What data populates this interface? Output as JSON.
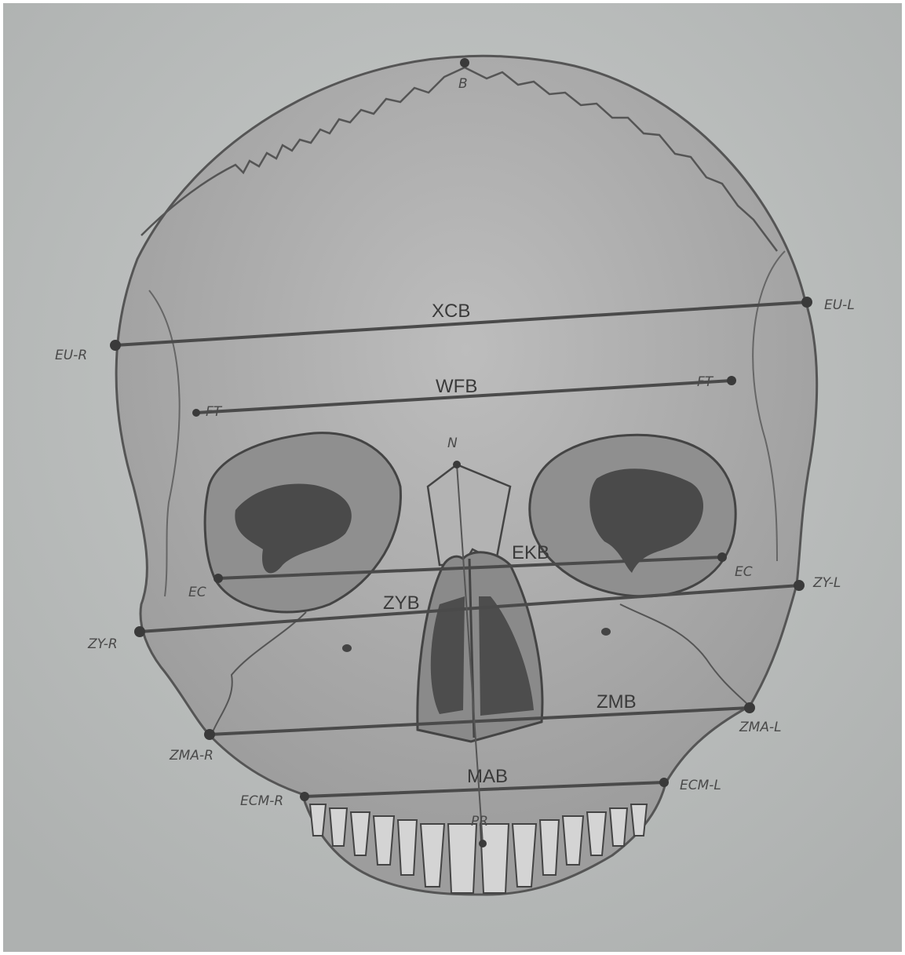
{
  "diagram": {
    "measurements": {
      "xcb": "XCB",
      "wfb": "WFB",
      "ekb": "EKB",
      "zyb": "ZYB",
      "zmb": "ZMB",
      "mab": "MAB"
    },
    "landmarks": {
      "b": "B",
      "n": "N",
      "eu_r": "EU-R",
      "eu_l": "EU-L",
      "ft_r": "FT",
      "ft_l": "FT",
      "ec_r": "EC",
      "ec_l": "EC",
      "zy_r": "ZY-R",
      "zy_l": "ZY-L",
      "zma_r": "ZMA-R",
      "zma_l": "ZMA-L",
      "ecm_r": "ECM-R",
      "ecm_l": "ECM-L",
      "pr": "PR"
    },
    "colors": {
      "background": "#b9bcbb",
      "bone": "#a6a6a6",
      "line": "#4a4a4a"
    }
  }
}
